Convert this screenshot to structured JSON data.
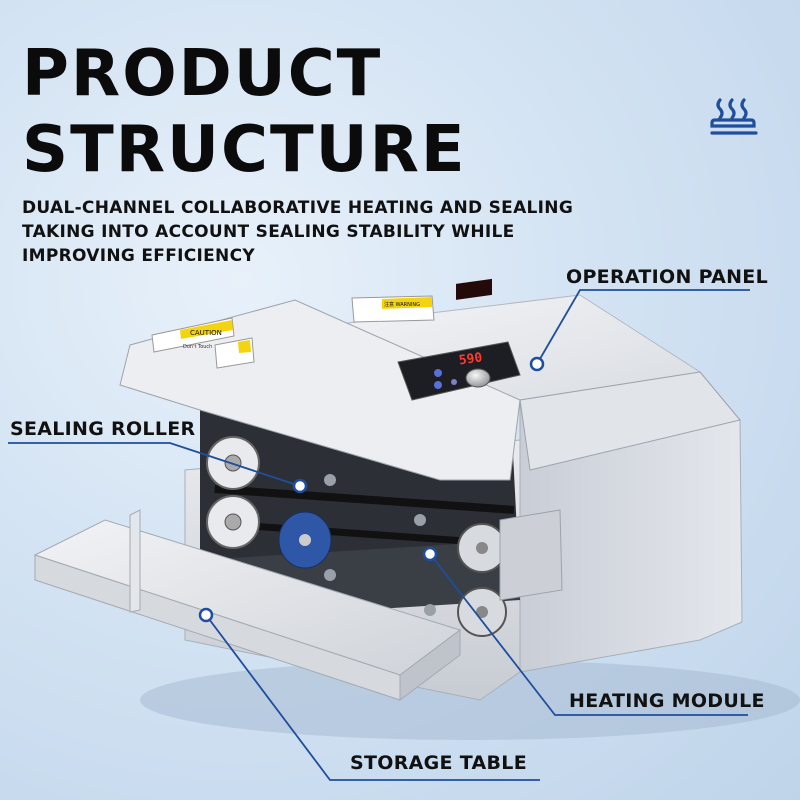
{
  "header": {
    "title_line1": "PRODUCT",
    "title_line2": "STRUCTURE",
    "subtitle_lines": [
      "DUAL-CHANNEL COLLABORATIVE HEATING AND SEALING",
      "TAKING INTO ACCOUNT SEALING STABILITY WHILE",
      "IMPROVING EFFICIENCY"
    ]
  },
  "callouts": {
    "operation_panel": "OPERATION PANEL",
    "sealing_roller": "SEALING ROLLER",
    "heating_module": "HEATING MODULE",
    "storage_table": "STORAGE TABLE"
  },
  "machine": {
    "display_value": "590",
    "warning_label_1": "CAUTION",
    "warning_label_2": "Don't Touch",
    "warning_label_3": "注意 WARNING"
  },
  "icons": {
    "header_icon": "heat-icon"
  },
  "colors": {
    "accent_blue": "#1f4e9c",
    "machine_body": "#e6e8ec",
    "display_red": "#ff3a2e",
    "background": "#d3e3f3"
  }
}
